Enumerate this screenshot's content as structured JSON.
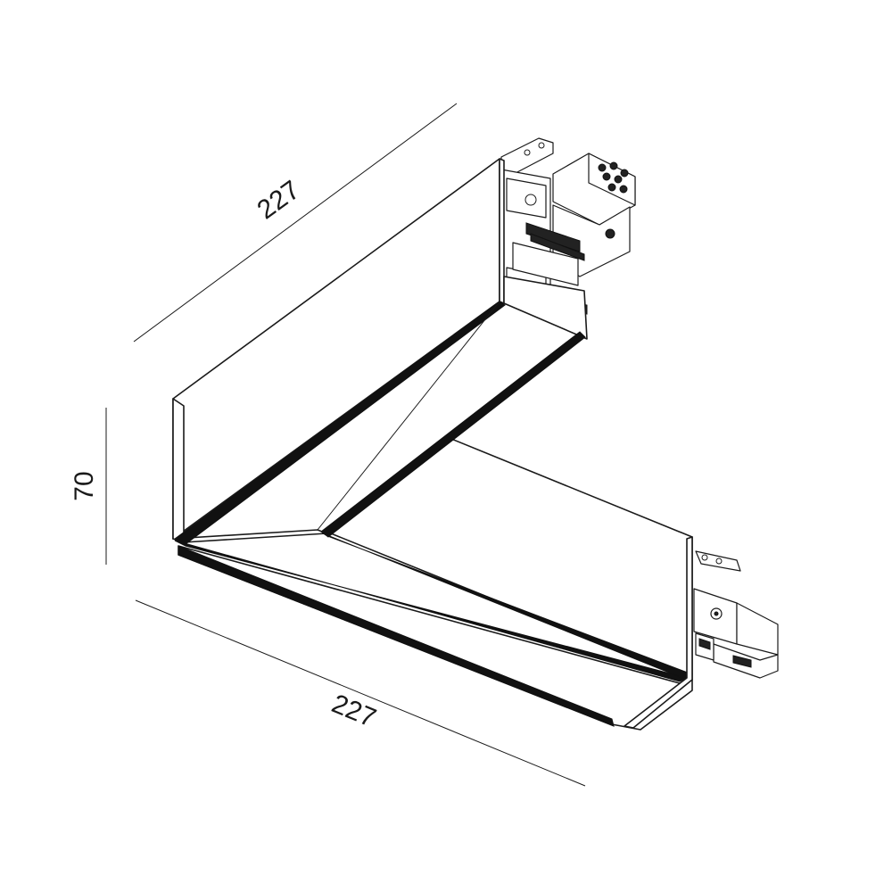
{
  "dimensions": {
    "top_length": "227",
    "bottom_length": "227",
    "height": "70"
  }
}
